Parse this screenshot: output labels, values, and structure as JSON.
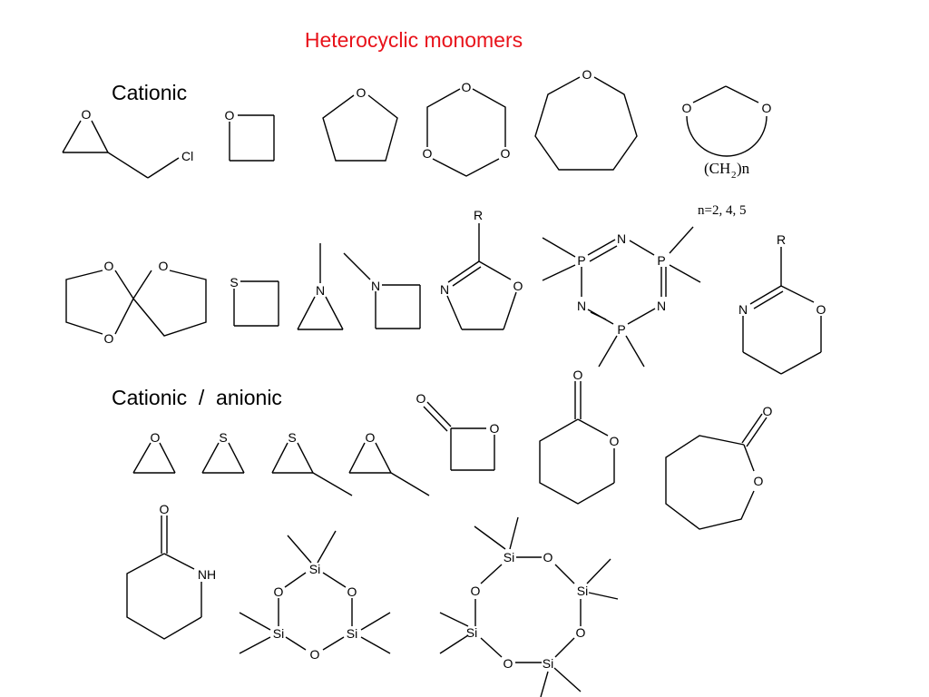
{
  "title": "Heterocyclic monomers",
  "colors": {
    "title": "#e8121a",
    "lines": "#000000"
  },
  "sections": {
    "cationic": "Cationic",
    "cationic_anionic": "Cationic  /  anionic"
  },
  "atoms": {
    "O": "O",
    "S": "S",
    "N": "N",
    "P": "P",
    "Si": "Si",
    "Cl": "Cl",
    "R": "R",
    "NH": "NH"
  },
  "polyether": {
    "ch": "(CH",
    "sub": "2",
    "tail": ")n",
    "note": "n=2, 4, 5"
  }
}
